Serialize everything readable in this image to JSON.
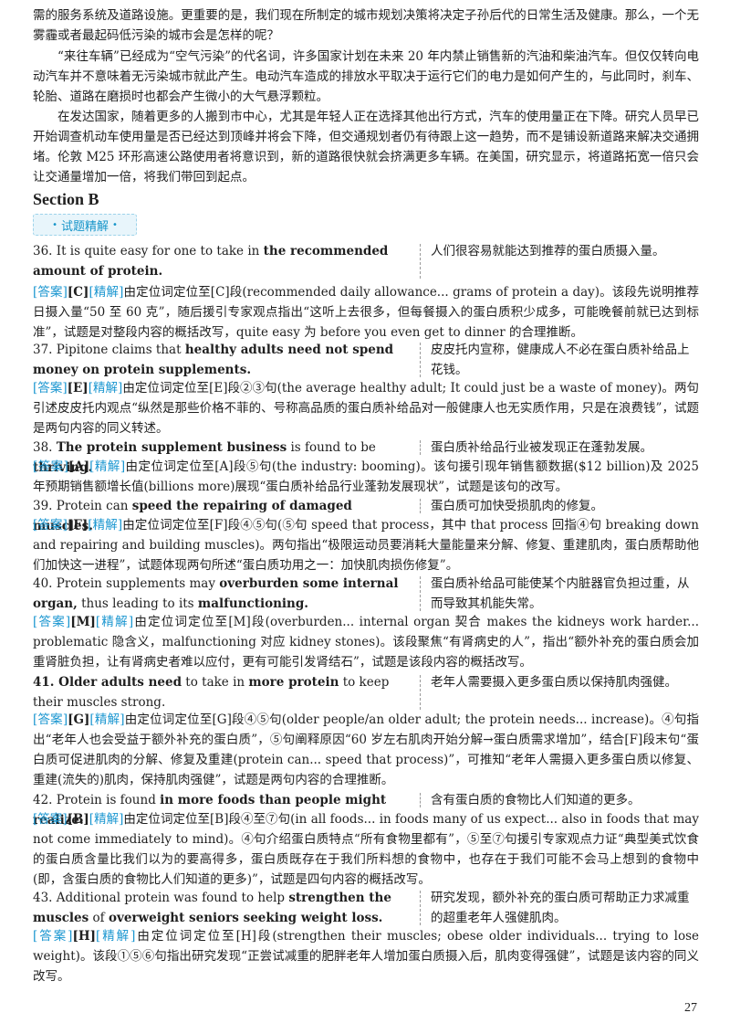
{
  "intro": {
    "p1": "需的服务系统及道路设施。更重要的是，我们现在所制定的城市规划决策将决定子孙后代的日常生活及健康。那么，一个无雾霾或者最起码低污染的城市会是怎样的呢？",
    "p2": "“来往车辆”已经成为“空气污染”的代名词，许多国家计划在未来 20 年内禁止销售新的汽油和柴油汽车。但仅仅转向电动汽车并不意味着无污染城市就此产生。电动汽车造成的排放水平取决于运行它们的电力是如何产生的，与此同时，刹车、轮胎、道路在磨损时也都会产生微小的大气悬浮颗粒。",
    "p3": "在发达国家，随着更多的人搬到市中心，尤其是年轻人正在选择其他出行方式，汽车的使用量正在下降。研究人员早已开始调查机动车使用量是否已经达到顶峰并将会下降，但交通规划者仍有待跟上这一趋势，而不是铺设新道路来解决交通拥堵。伦敦 M25 环形高速公路使用者将意识到，新的道路很快就会挤满更多车辆。在美国，研究显示，将道路拓宽一倍只会让交通量增加一倍，将我们带回到起点。"
  },
  "section_title": "Section B",
  "banner_label": "试题精解",
  "banner_dots": "•",
  "labels": {
    "answer": "[答案]",
    "analysis": "[精解]"
  },
  "questions": [
    {
      "en_plain": "36. It is quite easy for one to take in ",
      "en_bold": "the recommended amount of protein.",
      "cn": "人们很容易就能达到推荐的蛋白质摄入量。",
      "answer": "[C]",
      "analysis": "由定位词定位至[C]段(recommended daily allowance... grams of protein a day)。该段先说明推荐日摄入量“50 至 60 克”，随后援引专家观点指出“这听上去很多，但每餐摄入的蛋白质积少成多，可能晚餐前就已达到标准”，试题是对整段内容的概括改写，quite easy 为 before you even get to dinner 的合理推断。"
    },
    {
      "en_plain": "37. Pipitone claims that ",
      "en_bold": "healthy adults need not spend money on protein supplements.",
      "cn": "皮皮托内宣称，健康成人不必在蛋白质补给品上花钱。",
      "answer": "[E]",
      "analysis": "由定位词定位至[E]段②③句(the average healthy adult; It could just be a waste of money)。两句引述皮皮托内观点“纵然是那些价格不菲的、号称高品质的蛋白质补给品对一般健康人也无实质作用，只是在浪费钱”，试题是两句内容的同义转述。"
    },
    {
      "en_plain": "38. ",
      "en_bold": "The protein supplement business",
      "en_plain2": " is found to be ",
      "en_bold2": "thriving.",
      "cn": "蛋白质补给品行业被发现正在蓬勃发展。",
      "answer": "[A]",
      "analysis": "由定位词定位至[A]段⑤句(the industry: booming)。该句援引现年销售额数据($12 billion)及 2025 年预期销售额增长值(billions more)展现“蛋白质补给品行业蓬勃发展现状”，试题是该句的改写。"
    },
    {
      "en_plain": "39. Protein can ",
      "en_bold": "speed the repairing of damaged muscles.",
      "cn": "蛋白质可加快受损肌肉的修复。",
      "answer": "[F]",
      "analysis": "由定位词定位至[F]段④⑤句(⑤句 speed that process，其中 that process 回指④句 breaking down and repairing and building muscles)。两句指出“极限运动员要消耗大量能量来分解、修复、重建肌肉，蛋白质帮助他们加快这一进程”，试题体现两句所述“蛋白质功用之一：加快肌肉损伤修复”。"
    },
    {
      "en_plain": "40. Protein supplements may ",
      "en_bold": "overburden some internal organ,",
      "en_plain2": " thus leading to its ",
      "en_bold2": "malfunctioning.",
      "cn": "蛋白质补给品可能使某个内脏器官负担过重，从而导致其机能失常。",
      "answer": "[M]",
      "analysis": "由定位词定位至[M]段(overburden... internal organ 契合 makes the kidneys work harder... problematic 隐含义，malfunctioning 对应 kidney stones)。该段聚焦“有肾病史的人”，指出“额外补充的蛋白质会加重肾脏负担，让有肾病史者难以应付，更有可能引发肾结石”，试题是该段内容的概括改写。"
    },
    {
      "en_bold": "41. Older adults need",
      "en_plain": " to take in ",
      "en_bold2": "more protein",
      "en_plain2": " to keep their muscles strong.",
      "cn": "老年人需要摄入更多蛋白质以保持肌肉强健。",
      "answer": "[G]",
      "analysis": "由定位词定位至[G]段④⑤句(older people/an older adult; the protein needs... increase)。④句指出“老年人也会受益于额外补充的蛋白质”，⑤句阐释原因“60 岁左右肌肉开始分解→蛋白质需求增加”，结合[F]段末句“蛋白质可促进肌肉的分解、修复及重建(protein can... speed that process)”，可推知“老年人需摄入更多蛋白质以修复、重建(流失的)肌肉，保持肌肉强健”，试题是两句内容的合理推断。"
    },
    {
      "en_plain": "42. Protein is found ",
      "en_bold": "in more foods than people might realize.",
      "cn": "含有蛋白质的食物比人们知道的更多。",
      "answer": "[B]",
      "analysis": "由定位词定位至[B]段④至⑦句(in all foods... in foods many of us expect... also in foods that may not come immediately to mind)。④句介绍蛋白质特点“所有食物里都有”，⑤至⑦句援引专家观点力证“典型美式饮食的蛋白质含量比我们以为的要高得多，蛋白质既存在于我们所料想的食物中，也存在于我们可能不会马上想到的食物中(即，含蛋白质的食物比人们知道的更多)”，试题是四句内容的概括改写。"
    },
    {
      "en_plain": "43. Additional protein was found to help ",
      "en_bold": "strengthen the muscles",
      "en_plain2": " of ",
      "en_bold2": "overweight seniors seeking weight loss.",
      "cn": "研究发现，额外补充的蛋白质可帮助正力求减重的超重老年人强健肌肉。",
      "answer": "[H]",
      "analysis": "由定位词定位至[H]段(strengthen their muscles; obese older individuals... trying to lose weight)。该段①⑤⑥句指出研究发现“正尝试减重的肥胖老年人增加蛋白质摄入后，肌肉变得强健”，试题是该内容的同义改写。"
    }
  ],
  "page_number": "27"
}
